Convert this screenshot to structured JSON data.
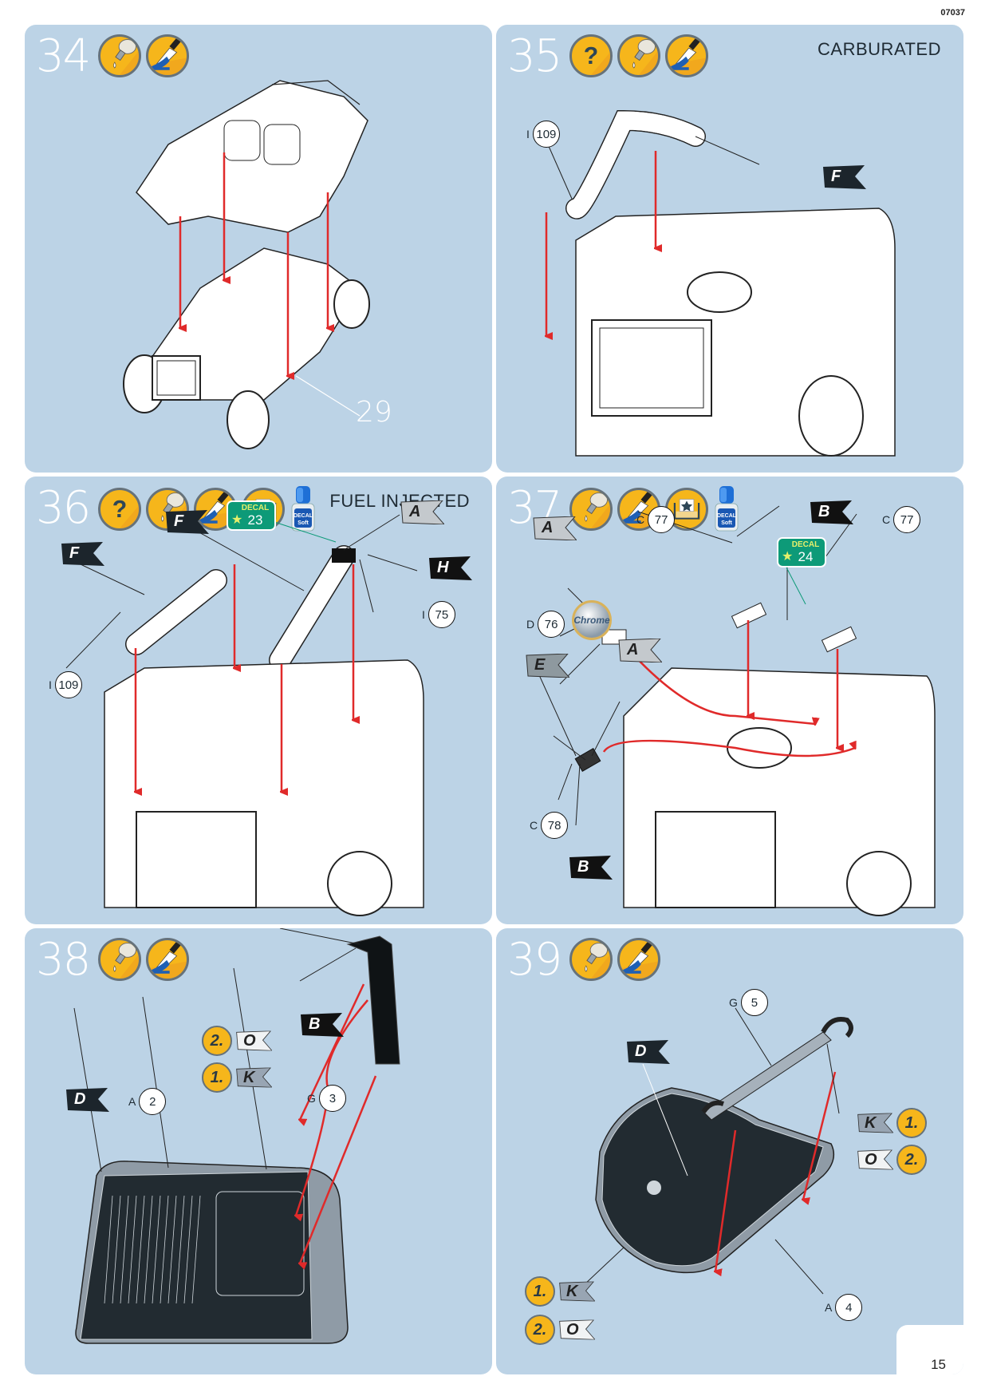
{
  "document": {
    "code": "07037",
    "page_number": "15",
    "colors": {
      "panel_bg": "#bcd3e6",
      "step_number": "#ffffff",
      "arrow": "#e02a2a",
      "icon_bg": "#f6b61b",
      "decal_badge": "#0d9a78"
    }
  },
  "icon_legend": {
    "question": "question-icon",
    "glue": "glue-bottle-icon",
    "paint": "paint-brush-icon",
    "decal": "decal-water-icon",
    "decal_soft": "decal-soft-bottle-icon"
  },
  "steps": [
    {
      "number": "34",
      "icons": [
        "glue",
        "paint"
      ],
      "variant": "",
      "reference_label": "29"
    },
    {
      "number": "35",
      "icons": [
        "question",
        "glue",
        "paint"
      ],
      "variant": "CARBURATED",
      "callouts": [
        {
          "letter": "I",
          "number": "109"
        }
      ],
      "flags": [
        {
          "letter": "F",
          "style": "black"
        }
      ]
    },
    {
      "number": "36",
      "icons": [
        "question",
        "glue",
        "paint",
        "decal",
        "decal_soft"
      ],
      "variant": "FUEL INJECTED",
      "decal_soft_label": "DECAL Soft",
      "decal": {
        "label": "DECAL",
        "number": "23"
      },
      "callouts": [
        {
          "letter": "I",
          "number": "109"
        },
        {
          "letter": "I",
          "number": "75"
        }
      ],
      "flags": [
        {
          "letter": "F",
          "style": "black"
        },
        {
          "letter": "F",
          "style": "black"
        },
        {
          "letter": "A",
          "style": "gray"
        },
        {
          "letter": "H",
          "style": "black"
        }
      ]
    },
    {
      "number": "37",
      "icons": [
        "glue",
        "paint",
        "decal",
        "decal_soft"
      ],
      "variant": "",
      "decal_soft_label": "DECAL Soft",
      "decal": {
        "label": "DECAL",
        "number": "24"
      },
      "chrome_label": "Chrome",
      "callouts": [
        {
          "letter": "C",
          "number": "77"
        },
        {
          "letter": "C",
          "number": "77"
        },
        {
          "letter": "D",
          "number": "76"
        },
        {
          "letter": "C",
          "number": "78"
        }
      ],
      "flags": [
        {
          "letter": "A",
          "style": "gray"
        },
        {
          "letter": "B",
          "style": "black"
        },
        {
          "letter": "A",
          "style": "gray"
        },
        {
          "letter": "E",
          "style": "gray"
        },
        {
          "letter": "B",
          "style": "black"
        }
      ]
    },
    {
      "number": "38",
      "icons": [
        "glue",
        "paint"
      ],
      "variant": "",
      "order": [
        {
          "step": "2.",
          "flag": "O"
        },
        {
          "step": "1.",
          "flag": "K"
        }
      ],
      "callouts": [
        {
          "letter": "A",
          "number": "2"
        },
        {
          "letter": "G",
          "number": "3"
        }
      ],
      "flags": [
        {
          "letter": "B",
          "style": "black"
        },
        {
          "letter": "D",
          "style": "dark"
        }
      ]
    },
    {
      "number": "39",
      "icons": [
        "glue",
        "paint"
      ],
      "variant": "",
      "order_top": [
        {
          "step": "1.",
          "flag": "K"
        },
        {
          "step": "2.",
          "flag": "O"
        }
      ],
      "order_bottom": [
        {
          "step": "1.",
          "flag": "K"
        },
        {
          "step": "2.",
          "flag": "O"
        }
      ],
      "callouts": [
        {
          "letter": "G",
          "number": "5"
        },
        {
          "letter": "A",
          "number": "4"
        }
      ],
      "flags": [
        {
          "letter": "D",
          "style": "dark"
        }
      ]
    }
  ]
}
